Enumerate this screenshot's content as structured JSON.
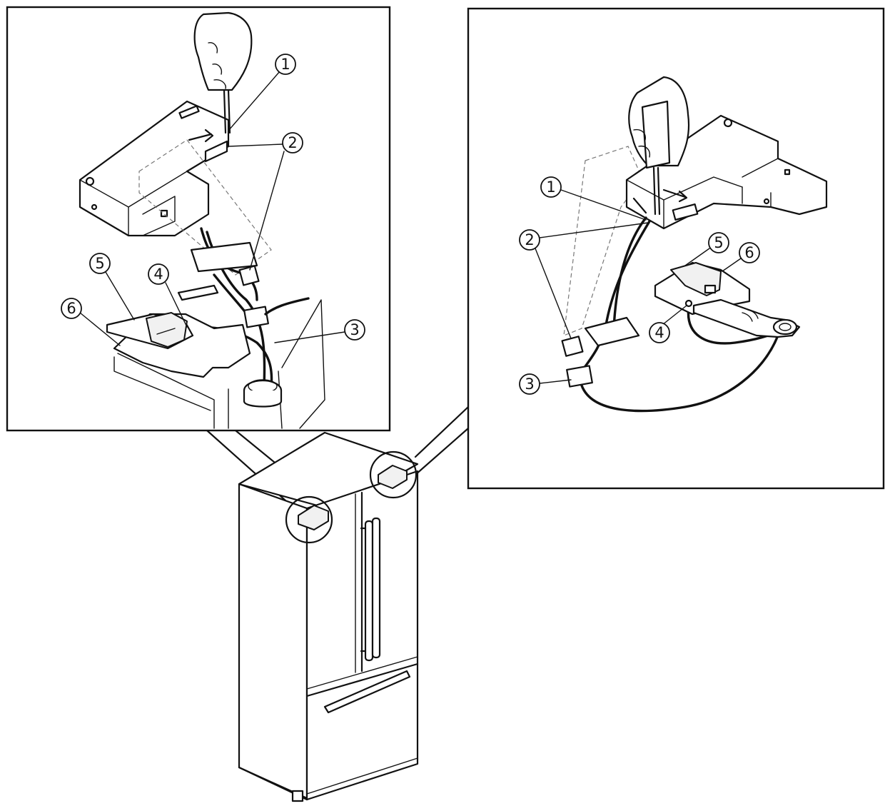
{
  "figure": {
    "left_panel": {
      "callouts": [
        {
          "id": "1",
          "label": "1"
        },
        {
          "id": "2",
          "label": "2"
        },
        {
          "id": "3",
          "label": "3"
        },
        {
          "id": "4",
          "label": "4"
        },
        {
          "id": "5",
          "label": "5"
        },
        {
          "id": "6",
          "label": "6"
        }
      ]
    },
    "right_panel": {
      "callouts": [
        {
          "id": "1",
          "label": "1"
        },
        {
          "id": "2",
          "label": "2"
        },
        {
          "id": "3",
          "label": "3"
        },
        {
          "id": "4",
          "label": "4"
        },
        {
          "id": "5",
          "label": "5"
        },
        {
          "id": "6",
          "label": "6"
        }
      ]
    },
    "icons": [
      "screwdriver-hand-icon",
      "refrigerator-icon",
      "wire-connector-icon"
    ]
  }
}
